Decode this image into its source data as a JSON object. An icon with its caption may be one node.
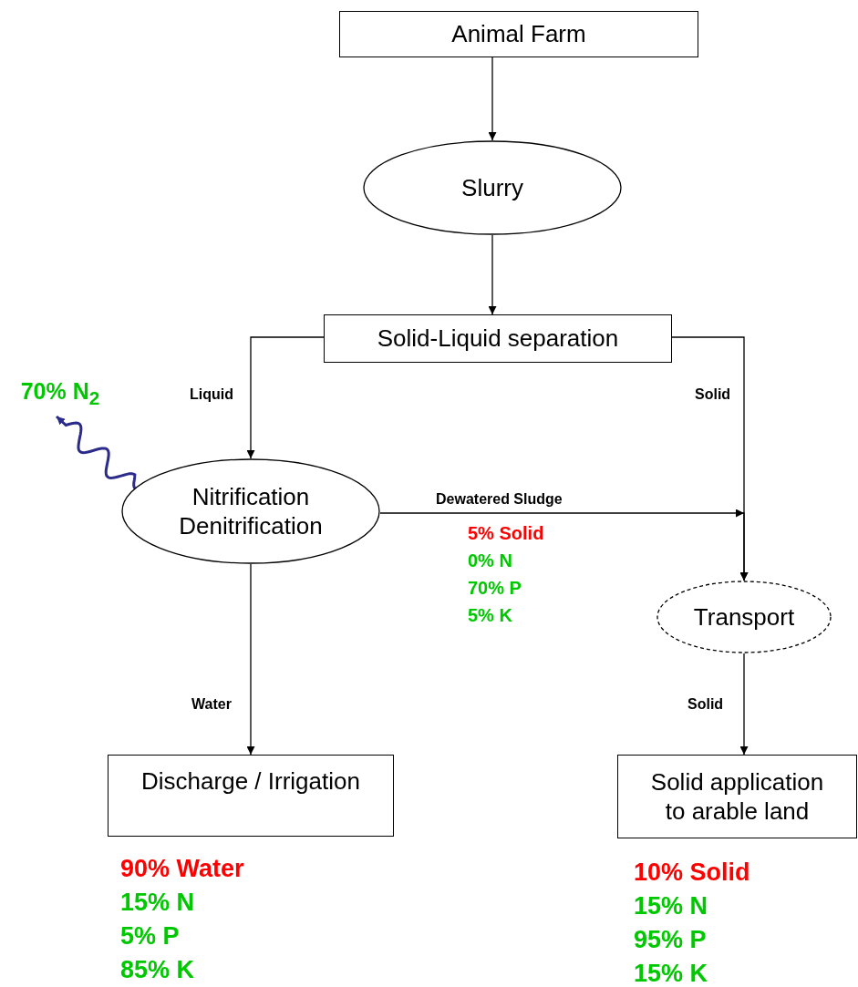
{
  "diagram": {
    "nodes": [
      {
        "text": [
          "Animal Farm"
        ]
      },
      {
        "text": [
          "Slurry"
        ]
      },
      {
        "text": [
          "Solid-Liquid separation"
        ]
      },
      {
        "text": [
          "Nitrification Denitrification"
        ]
      },
      {
        "text": [
          "Transport"
        ]
      },
      {
        "text": [
          "Discharge / Irrigation"
        ],
        "beside": [
          "90% Water",
          "15% N",
          "5% P",
          "85% K"
        ]
      },
      {
        "text": [
          "Solid application to arable land"
        ],
        "beside": [
          "10% Solid",
          "15% N",
          "95% P",
          "15% K"
        ]
      },
      {
        "text": [
          "70% N$_{2}$"
        ]
      }
    ],
    "edges": [
      {
        "from": 0,
        "to": 1,
        "arrow": "to"
      },
      {
        "from": 1,
        "to": 2,
        "arrow": "to"
      },
      {
        "from": 2,
        "to": 3,
        "arrow": "to",
        "label": "Liquid"
      },
      {
        "from": 2,
        "to": 4,
        "arrow": "to",
        "label": "Solid"
      },
      {
        "from": 3,
        "to": 4,
        "arrow": "to",
        "label": "Dewatered Sludge"
      },
      {
        "from": 3,
        "to": 5,
        "arrow": "to",
        "label": "Water"
      },
      {
        "from": 4,
        "to": 6,
        "arrow": "to",
        "label": "Solid"
      },
      {
        "from": 3,
        "to": 7,
        "arrow": "to",
        "style": "thick",
        "color": "#2b2b8c"
      }
    ],
    "labels": [
      "5% Solid",
      "0% N",
      "70% P",
      "5% K"
    ]
  }
}
